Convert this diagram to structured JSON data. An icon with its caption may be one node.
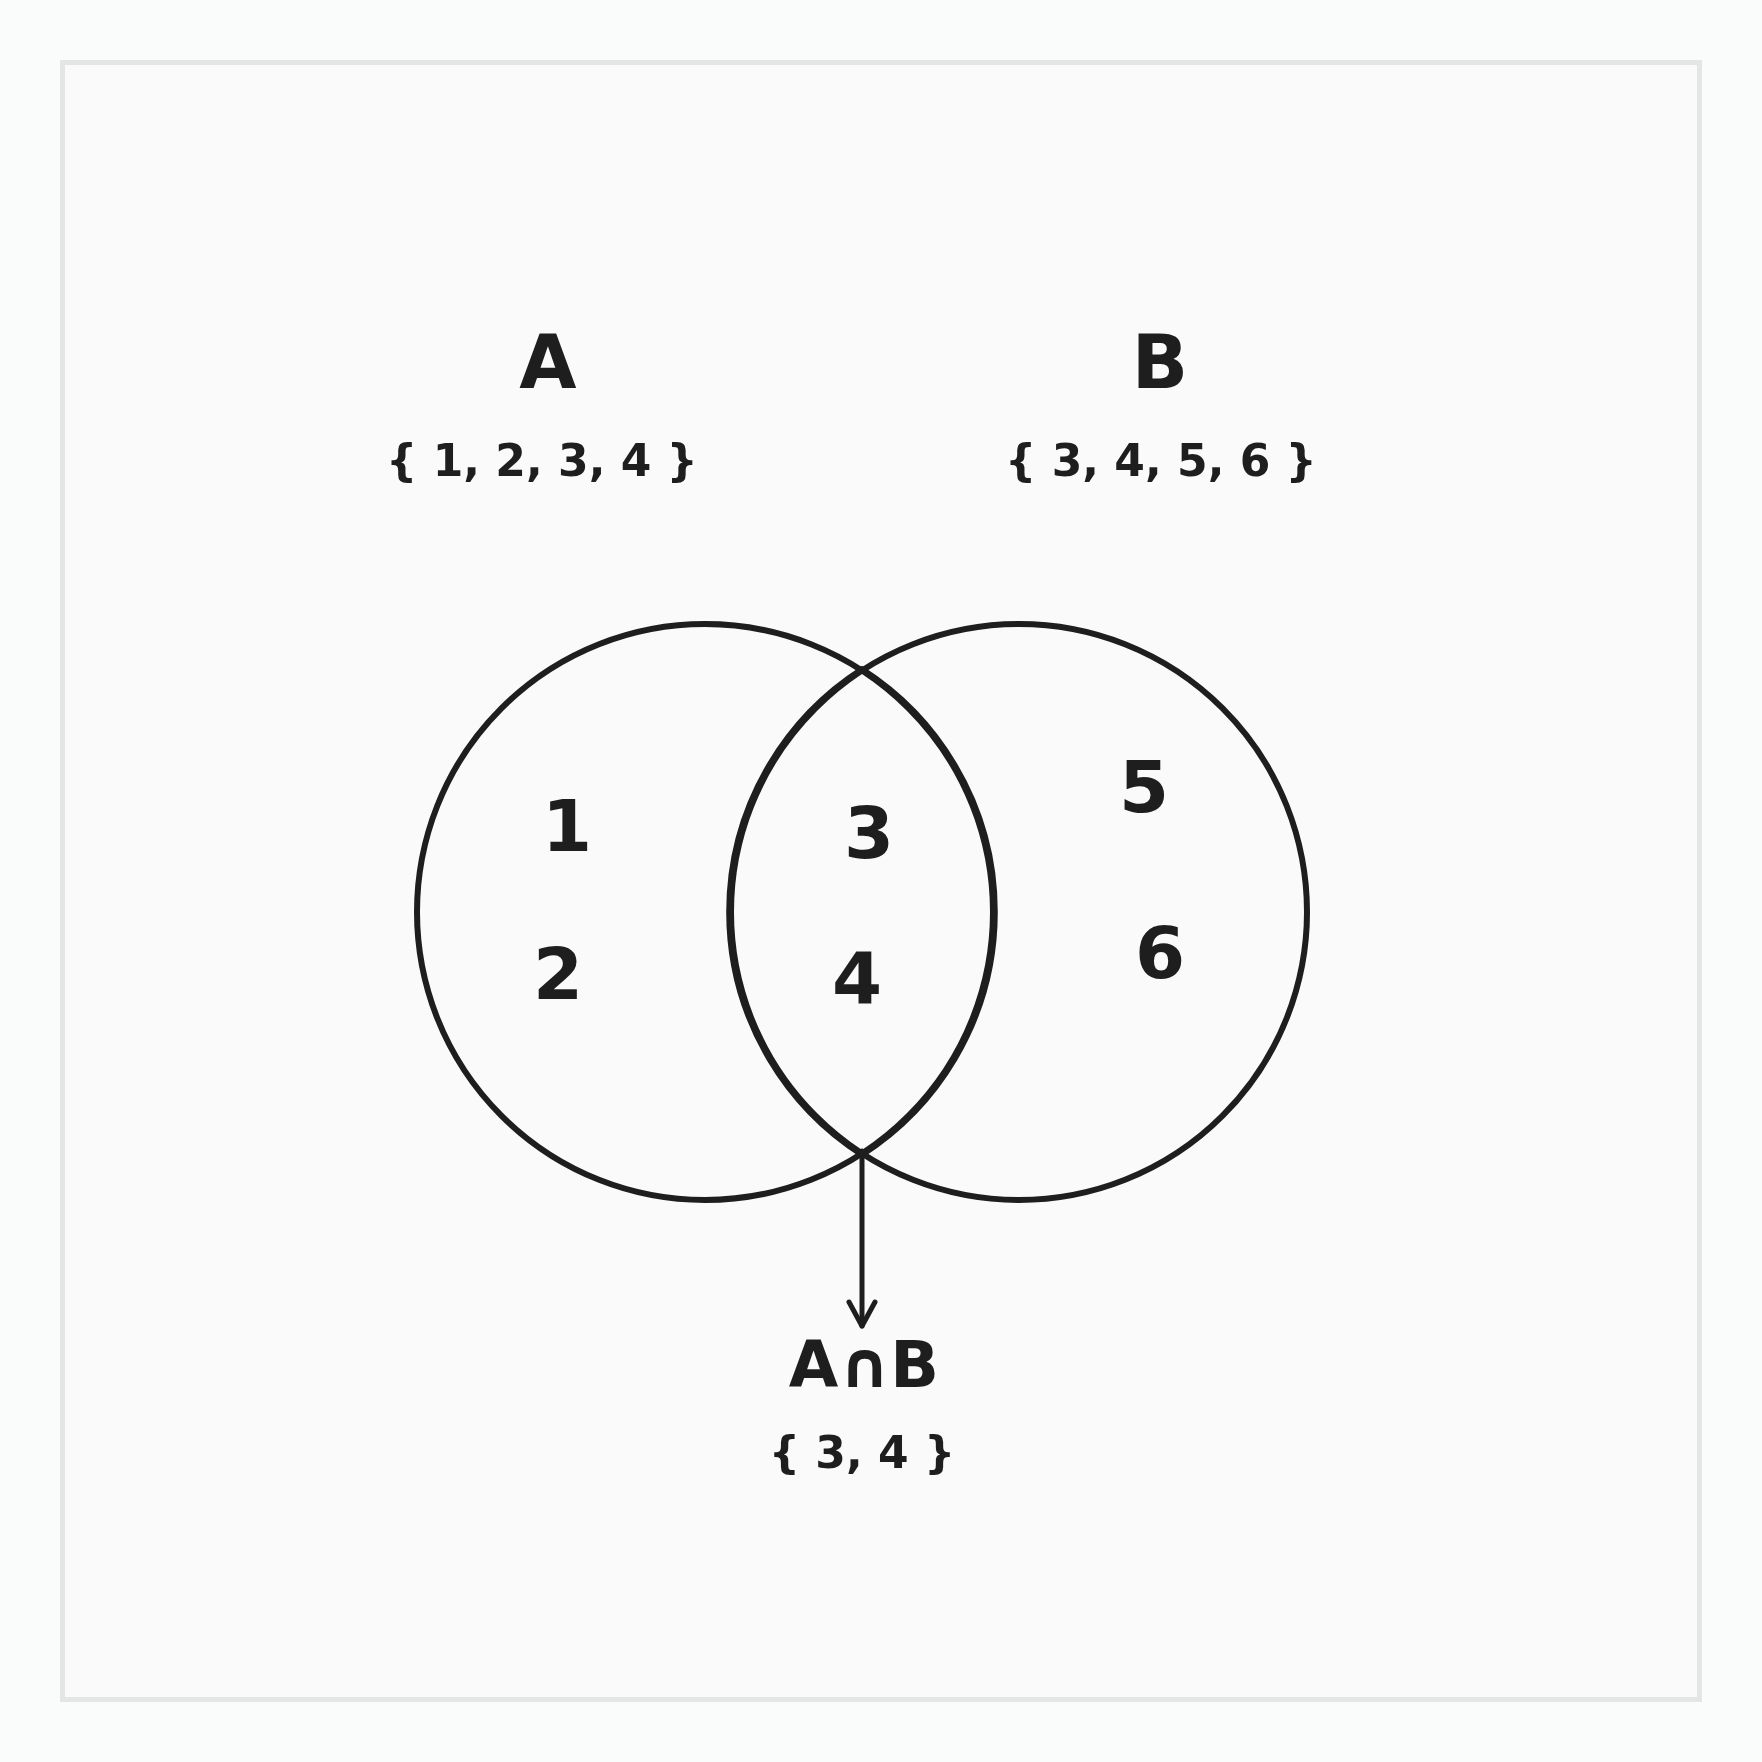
{
  "diagram": {
    "nodes": [
      {
        "text": [
          "A",
          "{ 1, 2, 3, 4 }",
          "1",
          "2"
        ]
      },
      {
        "text": [
          "B",
          "{ 3, 4, 5, 6 }",
          "5",
          "6"
        ]
      },
      {
        "text": [
          "3",
          "4"
        ]
      },
      {
        "text": [
          "A∩B",
          "{ 3, 4 }"
        ]
      }
    ],
    "edges": [
      {
        "from": 2,
        "to": 3,
        "arrow": "to"
      }
    ]
  }
}
